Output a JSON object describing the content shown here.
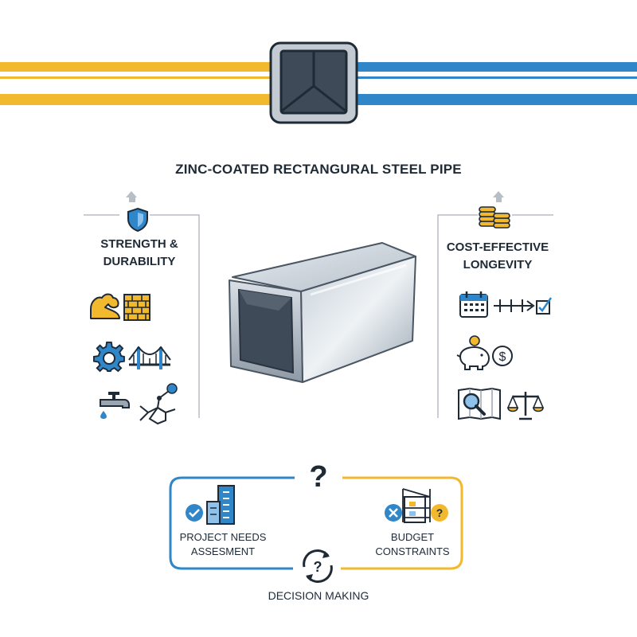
{
  "title": "ZINC-COATED RECTANGURAL STEEL PIPE",
  "left_panel": {
    "label_line1": "STRENGTH &",
    "label_line2": "DURABILITY",
    "icons": [
      "shield-icon",
      "flexed-arm-icon",
      "brick-wall-icon",
      "gear-icon",
      "bridge-icon",
      "faucet-icon",
      "molecule-icon"
    ]
  },
  "right_panel": {
    "label_line1": "COST-EFFECTIVE",
    "label_line2": "LONGEVITY",
    "icons": [
      "coin-stack-icon",
      "calendar-icon",
      "timeline-check-icon",
      "piggy-bank-icon",
      "dollar-coin-icon",
      "magnifier-document-icon",
      "balance-scale-icon"
    ]
  },
  "decision": {
    "question_mark": "?",
    "left_label_line1": "PROJECT NEEDS",
    "left_label_line2": "ASSESMENT",
    "right_label_line1": "BUDGET",
    "right_label_line2": "CONSTRAINTS",
    "center_icon_text": "?",
    "right_badge_text": "?",
    "caption": "DECISION MAKING"
  },
  "colors": {
    "yellow": "#f2b92f",
    "blue": "#2f86c8",
    "dark": "#1f2a37",
    "steel": "#9aa6b2"
  }
}
